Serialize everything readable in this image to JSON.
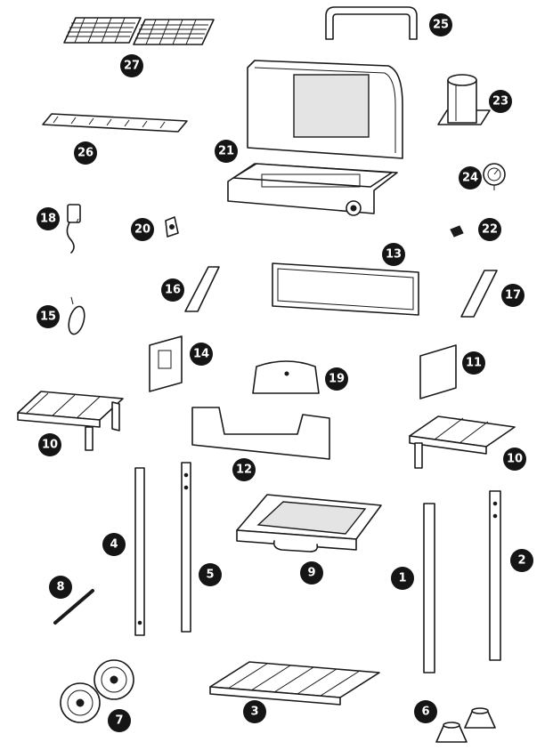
{
  "diagram": {
    "parts": [
      {
        "id": "27",
        "label": "27",
        "name": "cooking-grates"
      },
      {
        "id": "25",
        "label": "25",
        "name": "handle"
      },
      {
        "id": "23",
        "label": "23",
        "name": "gas-cylinder-holder"
      },
      {
        "id": "26",
        "label": "26",
        "name": "warming-rack"
      },
      {
        "id": "21",
        "label": "21",
        "name": "firebox-with-lid"
      },
      {
        "id": "24",
        "label": "24",
        "name": "thermometer"
      },
      {
        "id": "18",
        "label": "18",
        "name": "hose-regulator"
      },
      {
        "id": "20",
        "label": "20",
        "name": "ignition-part"
      },
      {
        "id": "22",
        "label": "22",
        "name": "control-knob"
      },
      {
        "id": "13",
        "label": "13",
        "name": "front-panel"
      },
      {
        "id": "16",
        "label": "16",
        "name": "left-bracket"
      },
      {
        "id": "17",
        "label": "17",
        "name": "right-bracket"
      },
      {
        "id": "15",
        "label": "15",
        "name": "battery-igniter"
      },
      {
        "id": "14",
        "label": "14",
        "name": "left-side-panel"
      },
      {
        "id": "19",
        "label": "19",
        "name": "heat-shield"
      },
      {
        "id": "11",
        "label": "11",
        "name": "right-side-panel"
      },
      {
        "id": "10",
        "label": "10",
        "name": "left-side-shelf"
      },
      {
        "id": "10b",
        "label": "10",
        "name": "right-side-shelf"
      },
      {
        "id": "12",
        "label": "12",
        "name": "back-panel"
      },
      {
        "id": "4",
        "label": "4",
        "name": "left-front-leg"
      },
      {
        "id": "5",
        "label": "5",
        "name": "left-rear-leg"
      },
      {
        "id": "9",
        "label": "9",
        "name": "grease-tray"
      },
      {
        "id": "1",
        "label": "1",
        "name": "right-front-leg"
      },
      {
        "id": "2",
        "label": "2",
        "name": "right-rear-leg"
      },
      {
        "id": "8",
        "label": "8",
        "name": "axle"
      },
      {
        "id": "3",
        "label": "3",
        "name": "bottom-shelf"
      },
      {
        "id": "7",
        "label": "7",
        "name": "wheels"
      },
      {
        "id": "6",
        "label": "6",
        "name": "leg-caps"
      }
    ]
  }
}
